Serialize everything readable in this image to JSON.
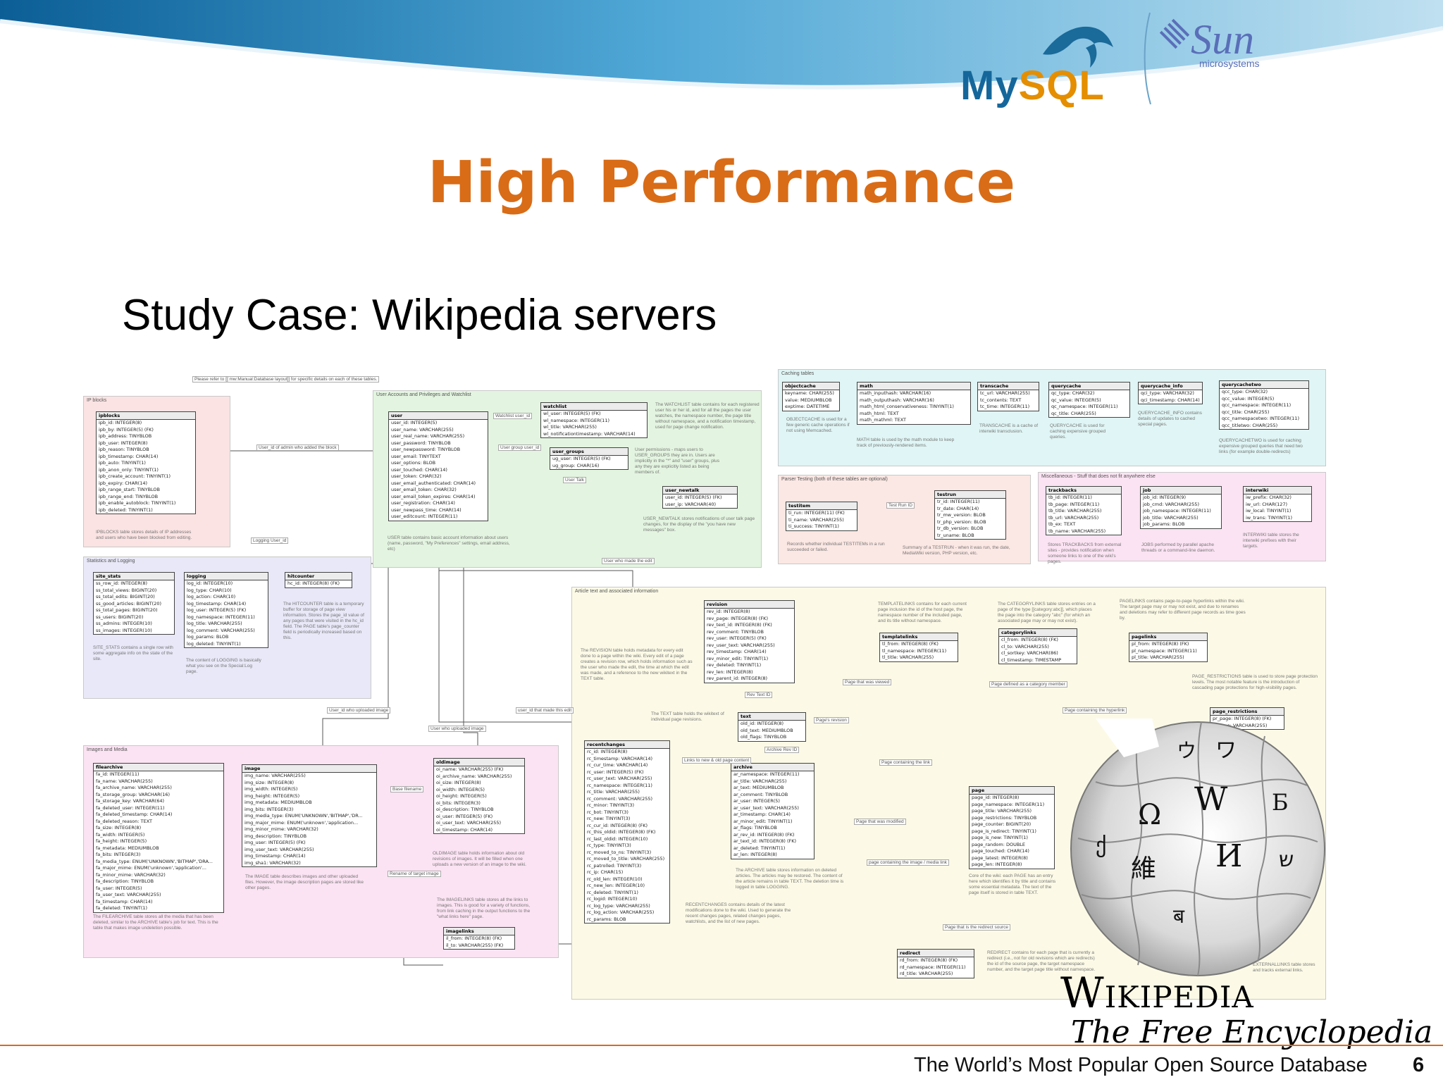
{
  "header": {
    "mysql_part1": "My",
    "mysql_part2": "SQL",
    "sun_name": "Sun",
    "sun_sub": "microsystems"
  },
  "slide": {
    "title": "High Performance",
    "subtitle": "Study Case: Wikipedia servers"
  },
  "diagram": {
    "regions": [
      {
        "id": "ipblocks",
        "label": "IP blocks",
        "color": "#fbe3e3"
      },
      {
        "id": "accounts",
        "label": "User Accounts and Privileges and Watchlist",
        "color": "#e3f5e0"
      },
      {
        "id": "caching",
        "label": "Caching tables",
        "color": "#e0f5f5"
      },
      {
        "id": "parser",
        "label": "Parser Testing (both of these tables are optional)",
        "color": "#fbe7e3"
      },
      {
        "id": "misc",
        "label": "Miscellaneous - Stuff that does not fit anywhere else",
        "color": "#fbe3f3"
      },
      {
        "id": "stats",
        "label": "Statistics and Logging",
        "color": "#e8e8f8"
      },
      {
        "id": "article",
        "label": "Article text and associated information",
        "color": "#fcfae6"
      },
      {
        "id": "images",
        "label": "Images and Media",
        "color": "#fbe3f3"
      }
    ],
    "top_note": "Please refer to [[:mw:Manual:Database layout]] for specific details on each of these tables.",
    "tables": [
      {
        "id": "ipblocks",
        "name": "ipblocks",
        "fields": [
          "ipb_id: INTEGER(8)",
          "ipb_by: INTEGER(5) (FK)",
          "ipb_address: TINYBLOB",
          "ipb_user: INTEGER(8)",
          "ipb_reason: TINYBLOB",
          "ipb_timestamp: CHAR(14)",
          "ipb_auto: TINYINT(1)",
          "ipb_anon_only: TINYINT(1)",
          "ipb_create_account: TINYINT(1)",
          "ipb_expiry: CHAR(14)",
          "ipb_range_start: TINYBLOB",
          "ipb_range_end: TINYBLOB",
          "ipb_enable_autoblock: TINYINT(1)",
          "ipb_deleted: TINYINT(1)"
        ]
      },
      {
        "id": "user",
        "name": "user",
        "fields": [
          "user_id: INTEGER(5)",
          "user_name: VARCHAR(255)",
          "user_real_name: VARCHAR(255)",
          "user_password: TINYBLOB",
          "user_newpassword: TINYBLOB",
          "user_email: TINYTEXT",
          "user_options: BLOB",
          "user_touched: CHAR(14)",
          "user_token: CHAR(32)",
          "user_email_authenticated: CHAR(14)",
          "user_email_token: CHAR(32)",
          "user_email_token_expires: CHAR(14)",
          "user_registration: CHAR(14)",
          "user_newpass_time: CHAR(14)",
          "user_editcount: INTEGER(11)"
        ]
      },
      {
        "id": "watchlist",
        "name": "watchlist",
        "fields": [
          "wl_user: INTEGER(5) (FK)",
          "wl_namespace: INTEGER(11)",
          "wl_title: VARCHAR(255)",
          "wl_notificationtimestamp: VARCHAR(14)"
        ]
      },
      {
        "id": "user_groups",
        "name": "user_groups",
        "fields": [
          "ug_user: INTEGER(5) (FK)",
          "ug_group: CHAR(16)"
        ]
      },
      {
        "id": "user_newtalk",
        "name": "user_newtalk",
        "fields": [
          "user_id: INTEGER(5) (FK)",
          "user_ip: VARCHAR(40)"
        ]
      },
      {
        "id": "objectcache",
        "name": "objectcache",
        "fields": [
          "keyname: CHAR(255)",
          "value: MEDIUMBLOB",
          "exptime: DATETIME"
        ]
      },
      {
        "id": "math",
        "name": "math",
        "fields": [
          "math_inputhash: VARCHAR(16)",
          "math_outputhash: VARCHAR(16)",
          "math_html_conservativeness: TINYINT(1)",
          "math_html: TEXT",
          "math_mathml: TEXT"
        ]
      },
      {
        "id": "transcache",
        "name": "transcache",
        "fields": [
          "tc_url: VARCHAR(255)",
          "tc_contents: TEXT",
          "tc_time: INTEGER(11)"
        ]
      },
      {
        "id": "querycache",
        "name": "querycache",
        "fields": [
          "qc_type: CHAR(32)",
          "qc_value: INTEGER(5)",
          "qc_namespace: INTEGER(11)",
          "qc_title: CHAR(255)"
        ]
      },
      {
        "id": "querycache_info",
        "name": "querycache_info",
        "fields": [
          "qci_type: VARCHAR(32)",
          "qci_timestamp: CHAR(14)"
        ]
      },
      {
        "id": "querycachetwo",
        "name": "querycachetwo",
        "fields": [
          "qcc_type: CHAR(32)",
          "qcc_value: INTEGER(5)",
          "qcc_namespace: INTEGER(11)",
          "qcc_title: CHAR(255)",
          "qcc_namespacetwo: INTEGER(11)",
          "qcc_titletwo: CHAR(255)"
        ]
      },
      {
        "id": "testitem",
        "name": "testitem",
        "fields": [
          "ti_run: INTEGER(11) (FK)",
          "ti_name: VARCHAR(255)",
          "ti_success: TINYINT(1)"
        ]
      },
      {
        "id": "testrun",
        "name": "testrun",
        "fields": [
          "tr_id: INTEGER(11)",
          "tr_date: CHAR(14)",
          "tr_mw_version: BLOB",
          "tr_php_version: BLOB",
          "tr_db_version: BLOB",
          "tr_uname: BLOB"
        ]
      },
      {
        "id": "trackbacks",
        "name": "trackbacks",
        "fields": [
          "tb_id: INTEGER(11)",
          "tb_page: INTEGER(11)",
          "tb_title: VARCHAR(255)",
          "tb_url: VARCHAR(255)",
          "tb_ex: TEXT",
          "tb_name: VARCHAR(255)"
        ]
      },
      {
        "id": "job",
        "name": "job",
        "fields": [
          "job_id: INTEGER(9)",
          "job_cmd: VARCHAR(255)",
          "job_namespace: INTEGER(11)",
          "job_title: VARCHAR(255)",
          "job_params: BLOB"
        ]
      },
      {
        "id": "interwiki",
        "name": "interwiki",
        "fields": [
          "iw_prefix: CHAR(32)",
          "iw_url: CHAR(127)",
          "iw_local: TINYINT(1)",
          "iw_trans: TINYINT(1)"
        ]
      },
      {
        "id": "site_stats",
        "name": "site_stats",
        "fields": [
          "ss_row_id: INTEGER(8)",
          "ss_total_views: BIGINT(20)",
          "ss_total_edits: BIGINT(20)",
          "ss_good_articles: BIGINT(20)",
          "ss_total_pages: BIGINT(20)",
          "ss_users: BIGINT(20)",
          "ss_admins: INTEGER(10)",
          "ss_images: INTEGER(10)"
        ]
      },
      {
        "id": "logging",
        "name": "logging",
        "fields": [
          "log_id: INTEGER(10)",
          "log_type: CHAR(10)",
          "log_action: CHAR(10)",
          "log_timestamp: CHAR(14)",
          "log_user: INTEGER(5) (FK)",
          "log_namespace: INTEGER(11)",
          "log_title: VARCHAR(255)",
          "log_comment: VARCHAR(255)",
          "log_params: BLOB",
          "log_deleted: TINYINT(1)"
        ]
      },
      {
        "id": "hitcounter",
        "name": "hitcounter",
        "fields": [
          "hc_id: INTEGER(8) (FK)"
        ]
      },
      {
        "id": "revision",
        "name": "revision",
        "fields": [
          "rev_id: INTEGER(8)",
          "rev_page: INTEGER(8) (FK)",
          "rev_text_id: INTEGER(8) (FK)",
          "rev_comment: TINYBLOB",
          "rev_user: INTEGER(5) (FK)",
          "rev_user_text: VARCHAR(255)",
          "rev_timestamp: CHAR(14)",
          "rev_minor_edit: TINYINT(1)",
          "rev_deleted: TINYINT(1)",
          "rev_len: INTEGER(8)",
          "rev_parent_id: INTEGER(8)"
        ]
      },
      {
        "id": "templatelinks",
        "name": "templatelinks",
        "fields": [
          "tl_from: INTEGER(8) (FK)",
          "tl_namespace: INTEGER(11)",
          "tl_title: VARCHAR(255)"
        ]
      },
      {
        "id": "categorylinks",
        "name": "categorylinks",
        "fields": [
          "cl_from: INTEGER(8) (FK)",
          "cl_to: VARCHAR(255)",
          "cl_sortkey: VARCHAR(86)",
          "cl_timestamp: TIMESTAMP"
        ]
      },
      {
        "id": "pagelinks",
        "name": "pagelinks",
        "fields": [
          "pl_from: INTEGER(8) (FK)",
          "pl_namespace: INTEGER(11)",
          "pl_title: VARCHAR(255)"
        ]
      },
      {
        "id": "text",
        "name": "text",
        "fields": [
          "old_id: INTEGER(8)",
          "old_text: MEDIUMBLOB",
          "old_flags: TINYBLOB"
        ]
      },
      {
        "id": "recentchanges",
        "name": "recentchanges",
        "fields": [
          "rc_id: INTEGER(8)",
          "rc_timestamp: VARCHAR(14)",
          "rc_cur_time: VARCHAR(14)",
          "rc_user: INTEGER(5) (FK)",
          "rc_user_text: VARCHAR(255)",
          "rc_namespace: INTEGER(11)",
          "rc_title: VARCHAR(255)",
          "rc_comment: VARCHAR(255)",
          "rc_minor: TINYINT(3)",
          "rc_bot: TINYINT(3)",
          "rc_new: TINYINT(3)",
          "rc_cur_id: INTEGER(8) (FK)",
          "rc_this_oldid: INTEGER(8) (FK)",
          "rc_last_oldid: INTEGER(10)",
          "rc_type: TINYINT(3)",
          "rc_moved_to_ns: TINYINT(3)",
          "rc_moved_to_title: VARCHAR(255)",
          "rc_patrolled: TINYINT(3)",
          "rc_ip: CHAR(15)",
          "rc_old_len: INTEGER(10)",
          "rc_new_len: INTEGER(10)",
          "rc_deleted: TINYINT(1)",
          "rc_logid: INTEGER(10)",
          "rc_log_type: VARCHAR(255)",
          "rc_log_action: VARCHAR(255)",
          "rc_params: BLOB"
        ]
      },
      {
        "id": "archive",
        "name": "archive",
        "fields": [
          "ar_namespace: INTEGER(11)",
          "ar_title: VARCHAR(255)",
          "ar_text: MEDIUMBLOB",
          "ar_comment: TINYBLOB",
          "ar_user: INTEGER(5)",
          "ar_user_text: VARCHAR(255)",
          "ar_timestamp: CHAR(14)",
          "ar_minor_edit: TINYINT(1)",
          "ar_flags: TINYBLOB",
          "ar_rev_id: INTEGER(8) (FK)",
          "ar_text_id: INTEGER(8) (FK)",
          "ar_deleted: TINYINT(1)",
          "ar_len: INTEGER(8)"
        ]
      },
      {
        "id": "page",
        "name": "page",
        "fields": [
          "page_id: INTEGER(8)",
          "page_namespace: INTEGER(11)",
          "page_title: VARCHAR(255)",
          "page_restrictions: TINYBLOB",
          "page_counter: BIGINT(20)",
          "page_is_redirect: TINYINT(1)",
          "page_is_new: TINYINT(1)",
          "page_random: DOUBLE",
          "page_touched: CHAR(14)",
          "page_latest: INTEGER(8)",
          "page_len: INTEGER(8)"
        ]
      },
      {
        "id": "page_restrictions",
        "name": "page_restrictions",
        "fields": [
          "pr_page: INTEGER(8) (FK)",
          "pr_type: VARCHAR(255)"
        ]
      },
      {
        "id": "redirect",
        "name": "redirect",
        "fields": [
          "rd_from: INTEGER(8) (FK)",
          "rd_namespace: INTEGER(11)",
          "rd_title: VARCHAR(255)"
        ]
      },
      {
        "id": "filearchive",
        "name": "filearchive",
        "fields": [
          "fa_id: INTEGER(11)",
          "fa_name: VARCHAR(255)",
          "fa_archive_name: VARCHAR(255)",
          "fa_storage_group: VARCHAR(16)",
          "fa_storage_key: VARCHAR(64)",
          "fa_deleted_user: INTEGER(11)",
          "fa_deleted_timestamp: CHAR(14)",
          "fa_deleted_reason: TEXT",
          "fa_size: INTEGER(8)",
          "fa_width: INTEGER(5)",
          "fa_height: INTEGER(5)",
          "fa_metadata: MEDIUMBLOB",
          "fa_bits: INTEGER(3)",
          "fa_media_type: ENUM('UNKNOWN','BITMAP','DRA...",
          "fa_major_mime: ENUM('unknown','application'...",
          "fa_minor_mime: VARCHAR(32)",
          "fa_description: TINYBLOB",
          "fa_user: INTEGER(5)",
          "fa_user_text: VARCHAR(255)",
          "fa_timestamp: CHAR(14)",
          "fa_deleted: TINYINT(1)"
        ]
      },
      {
        "id": "image",
        "name": "image",
        "fields": [
          "img_name: VARCHAR(255)",
          "img_size: INTEGER(8)",
          "img_width: INTEGER(5)",
          "img_height: INTEGER(5)",
          "img_metadata: MEDIUMBLOB",
          "img_bits: INTEGER(3)",
          "img_media_type: ENUM('UNKNOWN','BITMAP','DR...",
          "img_major_mime: ENUM('unknown','application...",
          "img_minor_mime: VARCHAR(32)",
          "img_description: TINYBLOB",
          "img_user: INTEGER(5) (FK)",
          "img_user_text: VARCHAR(255)",
          "img_timestamp: CHAR(14)",
          "img_sha1: VARCHAR(32)"
        ]
      },
      {
        "id": "oldimage",
        "name": "oldimage",
        "fields": [
          "oi_name: VARCHAR(255) (FK)",
          "oi_archive_name: VARCHAR(255)",
          "oi_size: INTEGER(8)",
          "oi_width: INTEGER(5)",
          "oi_height: INTEGER(5)",
          "oi_bits: INTEGER(3)",
          "oi_description: TINYBLOB",
          "oi_user: INTEGER(5) (FK)",
          "oi_user_text: VARCHAR(255)",
          "oi_timestamp: CHAR(14)"
        ]
      },
      {
        "id": "imagelinks",
        "name": "imagelinks",
        "fields": [
          "il_from: INTEGER(8) (FK)",
          "il_to: VARCHAR(255) (FK)"
        ]
      }
    ],
    "relations": [
      "User_id of admin who added the block",
      "Watchlist user_id",
      "User group user_id",
      "User Talk",
      "Logging User_id",
      "User who made the edit",
      "User_id who uploaded image",
      "user_id that made this edit",
      "User who uploaded image",
      "Base filename",
      "Rename of target image",
      "Test Run ID",
      "Rev Text ID",
      "Page that was viewed",
      "Page defined as a category member",
      "Page containing the hyperlink",
      "Page's revision",
      "Archive Rev ID",
      "Links to new & old page content",
      "Page containing the link",
      "Page that was modified",
      "page containing the image / media link",
      "Page that is the redirect source"
    ],
    "notes": [
      "IPBLOCKS table stores details of IP addresses and users who have been blocked from editing.",
      "USER table contains basic account information about users (name, password, \"My Preferences\" settings, email address, etc)",
      "The WATCHLIST table contains for each registered user his or her id, and for all the pages the user watches, the namespace number, the page title without namespace, and a notification timestamp, used for page change notification.",
      "User permissions - maps users to USER_GROUPS they are in. Users are implicitly in the \"*\" and \"user\" groups, plus any they are explicitly listed as being members of.",
      "USER_NEWTALK stores notifications of user talk page changes, for the display of the \"you have new messages\" box.",
      "OBJECTCACHE is used for a few generic cache operations if not using Memcached.",
      "MATH table is used by the math module to keep track of previously-rendered items.",
      "TRANSCACHE is a cache of interwiki transclusion.",
      "QUERYCACHE is used for caching expensive grouped queries.",
      "QUERYCACHE_INFO contains details of updates to cached special pages.",
      "QUERYCACHETWO is used for caching expensive grouped queries that need two links (for example double-redirects)",
      "Records whether individual TESTITEMs in a run succeeded or failed.",
      "Summary of a TESTRUN - when it was run, the date, MediaWiki version, PHP version, etc.",
      "Stores TRACKBACKS from external sites - provides notification when someone links to one of the wiki's pages.",
      "JOBS performed by parallel apache threads or a command-line daemon.",
      "INTERWIKI table stores the interwiki prefixes with their targets.",
      "SITE_STATS contains a single row with some aggregate info on the state of the site.",
      "The content of LOGGING is basically what you see on the Special:Log page.",
      "The HITCOUNTER table is a temporary buffer for storage of page view information. Stores the page_id value of any pages that were visited in the hc_id field. The PAGE table's page_counter field is periodically increased based on this.",
      "The REVISION table holds metadata for every edit done to a page within the wiki. Every edit of a page creates a revision row, which holds information such as the user who made the edit, the time at which the edit was made, and a reference to the new wikitext in the TEXT table.",
      "TEMPLATELINKS contains for each current page inclusion the id of the host page, the namespace number of the included page, and its title without namespace.",
      "The CATEGORYLINKS table stores entries on a page of the type [[category:abc]], which places the page into the category \"abc\" (for which an associated page may or may not exist).",
      "PAGELINKS contains page-to-page hyperlinks within the wiki. The target page may or may not exist, and due to renames and deletions may refer to different page records as time goes by.",
      "PAGE_RESTRICTIONS table is used to store page protection levels. The most notable feature is the introduction of cascading page protections for high-visibility pages.",
      "The TEXT table holds the wikitext of individual page revisions.",
      "RECENTCHANGES contains details of the latest modifications done to the wiki. Used to generate the recent changes pages, related changes pages, watchlists, and the list of new pages.",
      "The ARCHIVE table stores information on deleted articles. The articles may be restored. The content of the article remains in table TEXT. The deletion time is logged in table LOGGING.",
      "Core of the wiki: each PAGE has an entry here which identifies it by title and contains some essential metadata. The text of the page itself is stored in table TEXT.",
      "REDIRECT contains for each page that is currently a redirect (i.e., not for old revisions which are redirects) the id of the source page, the target namespace number, and the target page title without namespace.",
      "EXTERNALLINKS table stores and tracks external links.",
      "The FILEARCHIVE table stores all the media that has been deleted, similar to the ARCHIVE table's job for text. This is the table that makes image undeletion possible.",
      "The IMAGE table describes images and other uploaded files. However, the image description pages are stored like other pages.",
      "OLDIMAGE table holds information about old revisions of images. It will be filled when one uploads a new version of an image to the wiki.",
      "The IMAGELINKS table stores all the links to images. This is good for a variety of functions, from link caching in the output functions to the \"what links here\" page."
    ]
  },
  "wikipedia": {
    "name": "Wikipedia",
    "tagline": "The Free Encyclopedia",
    "glyphs": [
      "Ω",
      "W",
      "И",
      "維",
      "ワ",
      "ウ",
      "Б",
      "ש",
      "ქ",
      "ब"
    ]
  },
  "footer": {
    "text": "The World’s Most Popular Open Source Database",
    "page": "6",
    "accent": "#d96c17"
  }
}
